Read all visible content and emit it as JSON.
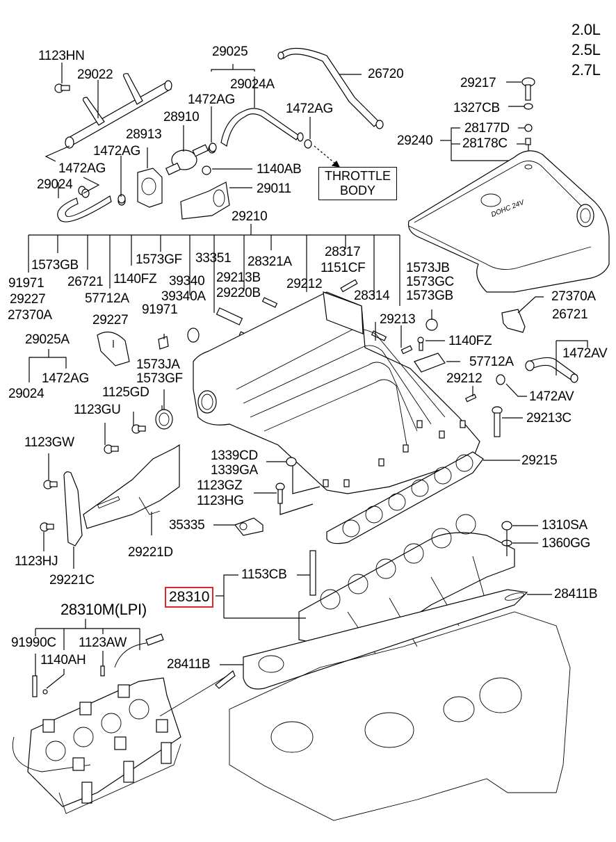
{
  "title": "Intake Manifold Parts Diagram",
  "engine_variants": [
    "2.0L",
    "2.5L",
    "2.7L"
  ],
  "callouts": {
    "throttle_body_box": [
      "THROTTLE",
      "BODY"
    ],
    "highlighted_part": "28310",
    "highlight_color": "#e0242c",
    "lpi_group": "28310M",
    "lpi_suffix": "(LPI)"
  },
  "labels": {
    "p1123HN": "1123HN",
    "p29022": "29022",
    "p29025": "29025",
    "p29024A": "29024A",
    "p1472AG_a": "1472AG",
    "p28910": "28910",
    "p28913": "28913",
    "p1472AG_b": "1472AG",
    "p1472AG_c": "1472AG",
    "p29024": "29024",
    "p1140AB": "1140AB",
    "p29011": "29011",
    "p1472AG_d": "1472AG",
    "p26720": "26720",
    "p29217": "29217",
    "p1327CB": "1327CB",
    "p29240": "29240",
    "p28177D": "28177D",
    "p28178C": "28178C",
    "p29210": "29210",
    "p1573GB_a": "1573GB",
    "p91971_a": "91971",
    "p29227_a": "29227",
    "p27370A_a": "27370A",
    "p26721_a": "26721",
    "p57712A_a": "57712A",
    "p1140FZ_a": "1140FZ",
    "p1573GF_a": "1573GF",
    "p33351": "33351",
    "p39340": "39340",
    "p39340A": "39340A",
    "p91971_b": "91971",
    "p28321A": "28321A",
    "p29213B": "29213B",
    "p29220B": "29220B",
    "p29212_a": "29212",
    "p28317": "28317",
    "p1151CF": "1151CF",
    "p28314": "28314",
    "p29213": "29213",
    "p1573JB": "1573JB",
    "p1573GC": "1573GC",
    "p1573GB_b": "1573GB",
    "p29227_b": "29227",
    "p29025A": "29025A",
    "p1472AG_e": "1472AG",
    "p29024_b": "29024",
    "p1573JA": "1573JA",
    "p1573GF_b": "1573GF",
    "p1125GD": "1125GD",
    "p1123GU": "1123GU",
    "p1123GW": "1123GW",
    "p1123HJ": "1123HJ",
    "p29221C": "29221C",
    "p29221D": "29221D",
    "p1339CD": "1339CD",
    "p1339GA": "1339GA",
    "p1123GZ": "1123GZ",
    "p1123HG": "1123HG",
    "p35335": "35335",
    "p27370A_b": "27370A",
    "p26721_b": "26721",
    "p1472AV_a": "1472AV",
    "p1140FZ_b": "1140FZ",
    "p57712A_b": "57712A",
    "p29212_b": "29212",
    "p1472AV_b": "1472AV",
    "p29213C": "29213C",
    "p29215": "29215",
    "p1310SA": "1310SA",
    "p1360GG": "1360GG",
    "p1153CB": "1153CB",
    "p28411B_a": "28411B",
    "p28411B_b": "28411B",
    "p91990C": "91990C",
    "p1123AW": "1123AW",
    "p1140AH": "1140AH"
  }
}
